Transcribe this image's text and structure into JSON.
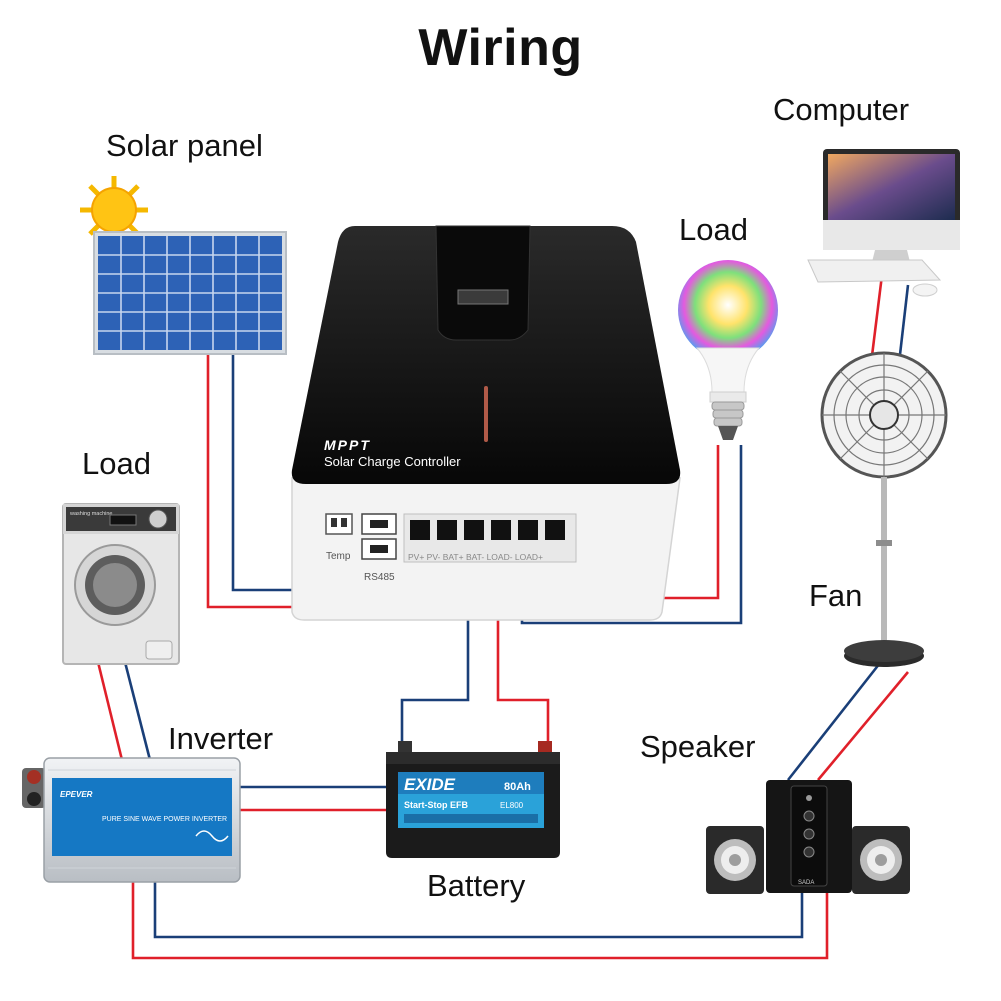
{
  "title": "Wiring",
  "labels": {
    "solar_panel": "Solar panel",
    "computer": "Computer",
    "load_bulb": "Load",
    "load_washer": "Load",
    "fan": "Fan",
    "inverter": "Inverter",
    "speaker": "Speaker",
    "battery": "Battery"
  },
  "controller": {
    "brand": "MPPT",
    "name": "Solar Charge Controller",
    "temp_label": "Temp",
    "rs485_label": "RS485",
    "terminals": "PV+  PV-  BAT+  BAT-  LOAD-  LOAD+"
  },
  "battery_device": {
    "brand": "EXIDE",
    "model_line": "Start-Stop EFB",
    "capacity": "80Ah",
    "code": "EL800"
  },
  "inverter_device": {
    "brand": "EPEVER",
    "text": "PURE SINE WAVE POWER INVERTER"
  },
  "washer_device": {
    "text": "washing machine"
  },
  "speaker_device": {
    "brand": "SADA"
  },
  "colors": {
    "positive_wire": "#e0202a",
    "negative_wire": "#1a3f78",
    "controller_body": "#111111"
  }
}
